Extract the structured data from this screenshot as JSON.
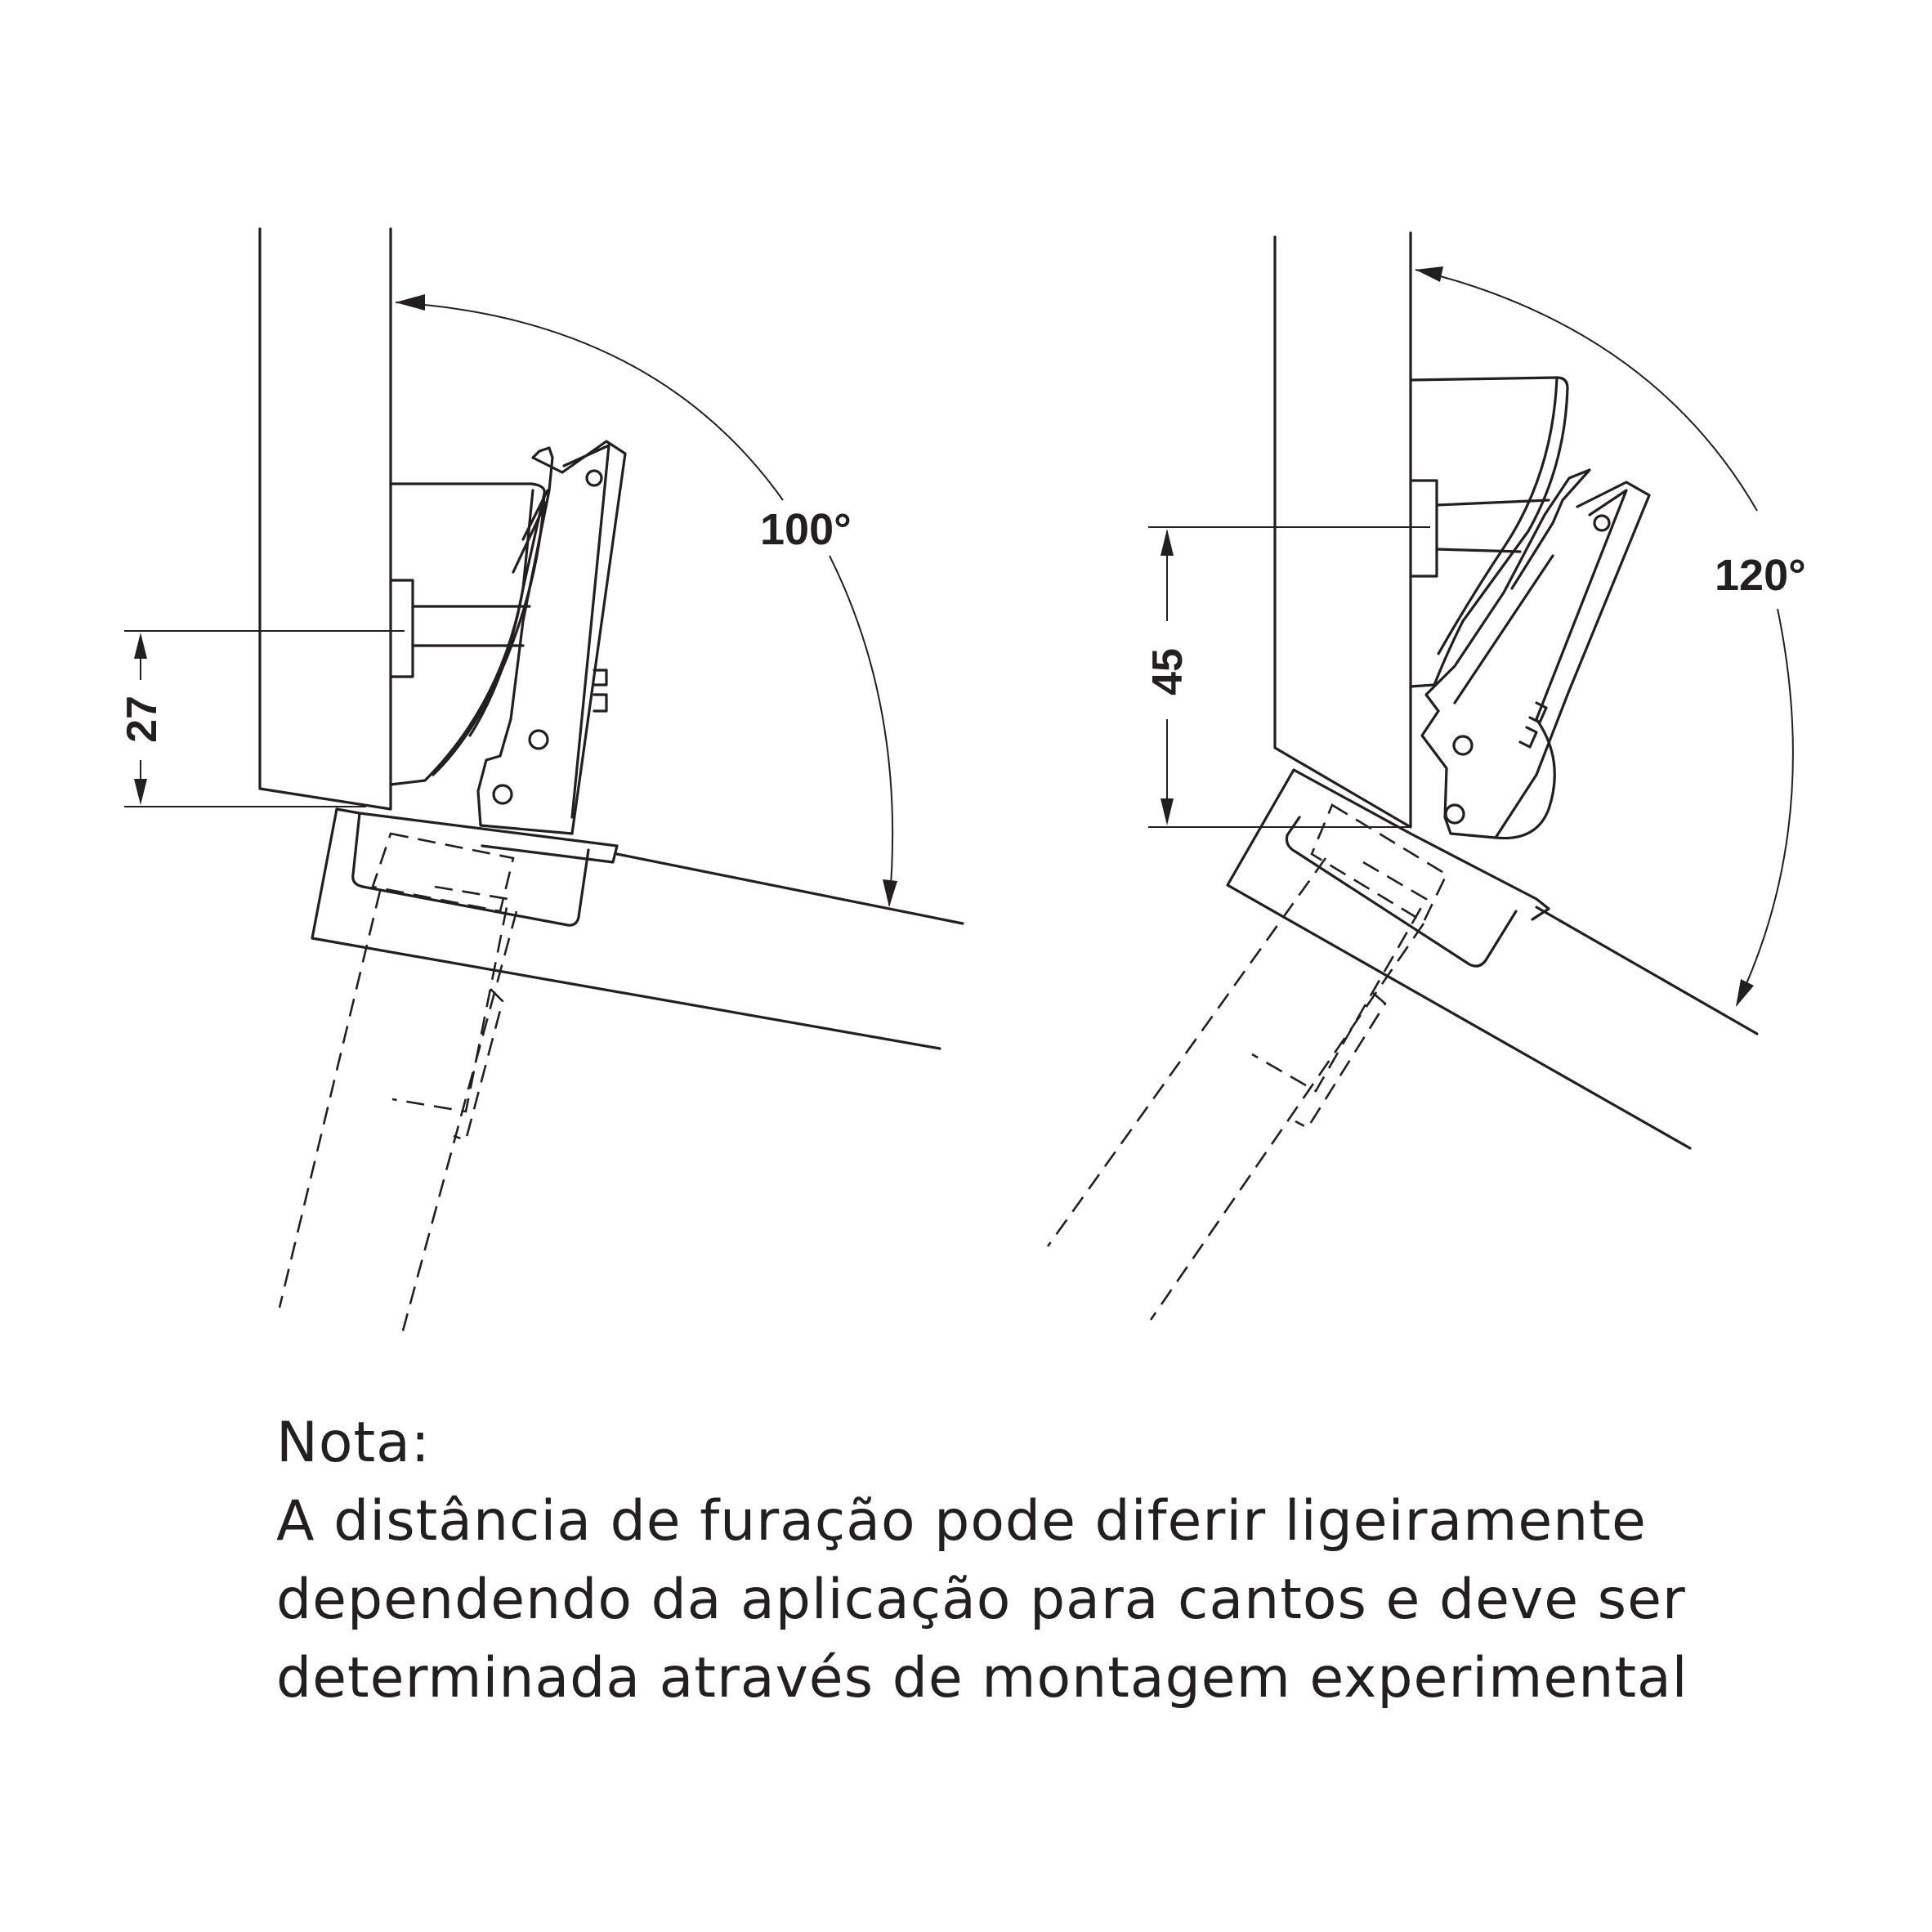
{
  "left_diagram": {
    "angle_label": "100°",
    "dimension_label": "27"
  },
  "right_diagram": {
    "angle_label": "120°",
    "dimension_label": "45"
  },
  "note": {
    "title": "Nota:",
    "lines": [
      "A distância de furação pode diferir ligeiramente",
      "dependendo da aplicação para cantos e deve ser",
      "determinada através de montagem experimental"
    ]
  },
  "colors": {
    "ink": "#231f20",
    "background": "#ffffff"
  }
}
